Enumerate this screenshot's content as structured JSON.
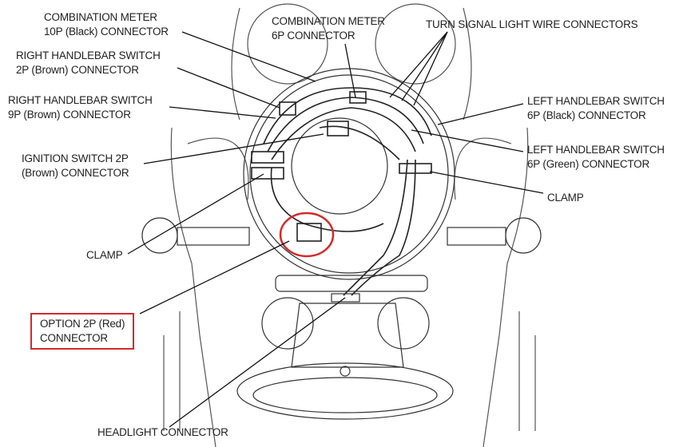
{
  "labels": {
    "comb_meter_10p": [
      "COMBINATION METER",
      "10P (Black) CONNECTOR"
    ],
    "comb_meter_6p": [
      "COMBINATION METER",
      "6P CONNECTOR"
    ],
    "turn_signal": [
      "TURN SIGNAL LIGHT WIRE CONNECTORS"
    ],
    "rh_switch_2p": [
      "RIGHT HANDLEBAR SWITCH",
      "2P (Brown) CONNECTOR"
    ],
    "rh_switch_9p": [
      "RIGHT HANDLEBAR SWITCH",
      "9P (Brown) CONNECTOR"
    ],
    "lh_switch_black": [
      "LEFT HANDLEBAR SWITCH",
      "6P (Black) CONNECTOR"
    ],
    "lh_switch_green": [
      "LEFT HANDLEBAR SWITCH",
      "6P (Green) CONNECTOR"
    ],
    "ignition": [
      "IGNITION SWITCH 2P",
      "(Brown) CONNECTOR"
    ],
    "clamp_right": [
      "CLAMP"
    ],
    "clamp_left": [
      "CLAMP"
    ],
    "option": [
      "OPTION 2P (Red)",
      "CONNECTOR"
    ],
    "headlight": [
      "HEADLIGHT CONNECTOR"
    ]
  },
  "colors": {
    "highlight": "#d42a2a",
    "line": "#222222"
  }
}
